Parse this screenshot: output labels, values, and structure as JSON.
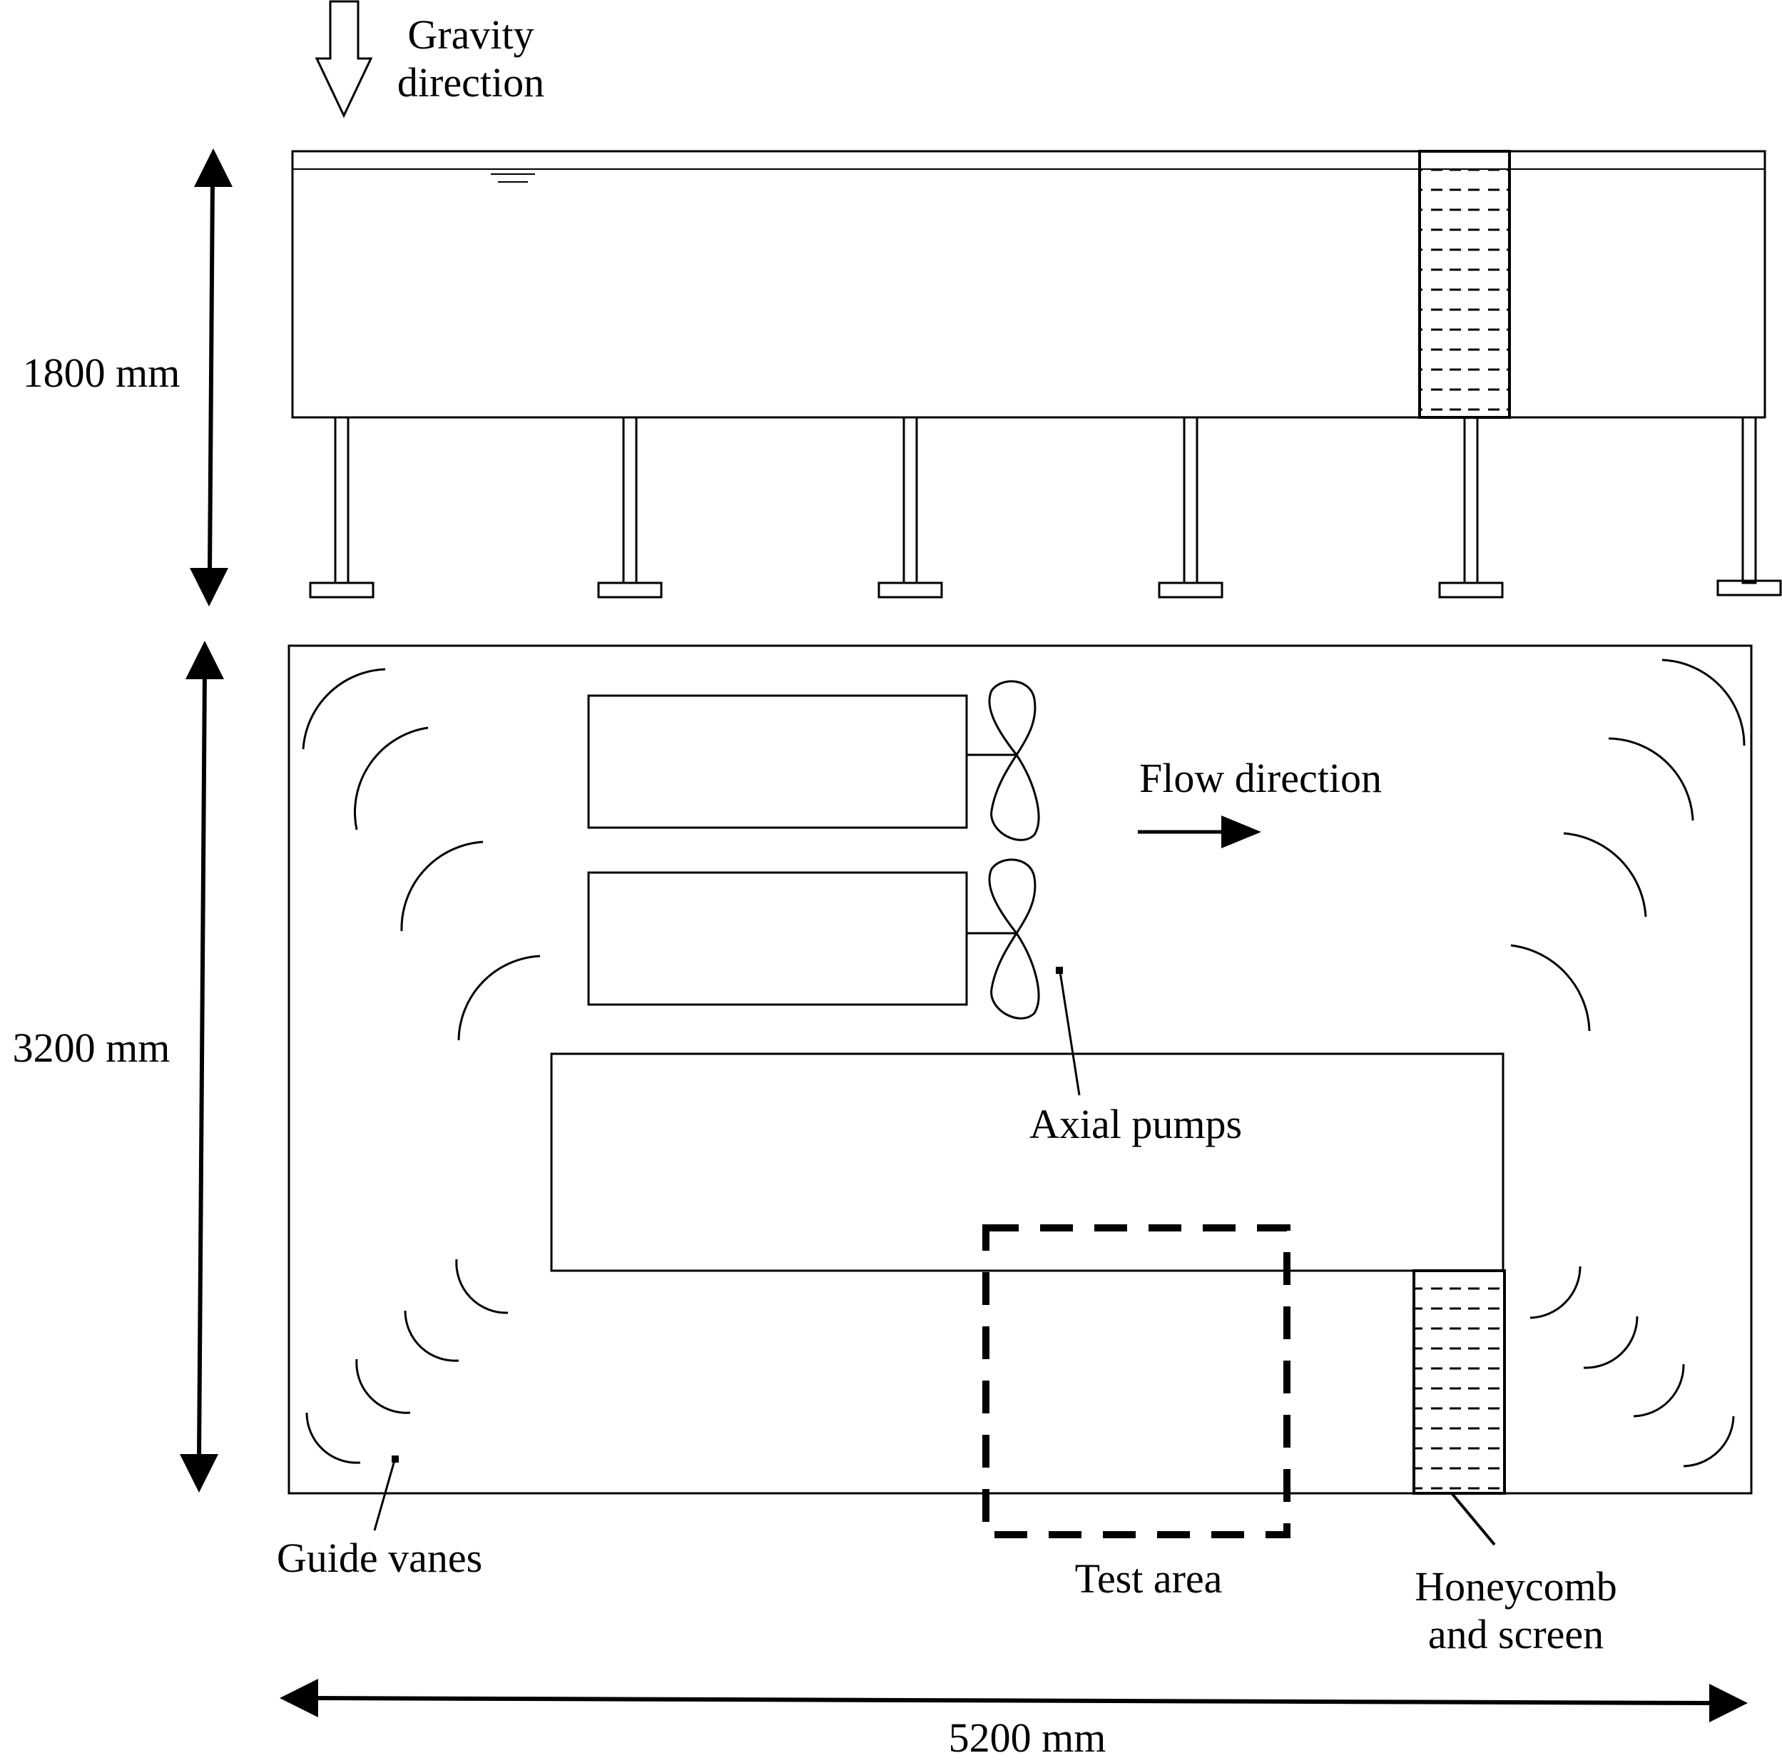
{
  "labels": {
    "gravity_line1": "Gravity",
    "gravity_line2": "direction",
    "height_side": "1800 mm",
    "width_plan": "3200 mm",
    "length": "5200 mm",
    "flow_direction": "Flow direction",
    "axial_pumps": "Axial pumps",
    "guide_vanes": "Guide vanes",
    "test_area": "Test area",
    "honeycomb_line1": "Honeycomb",
    "honeycomb_line2": "and screen"
  },
  "colors": {
    "ink": "#000000",
    "paper": "#ffffff"
  }
}
